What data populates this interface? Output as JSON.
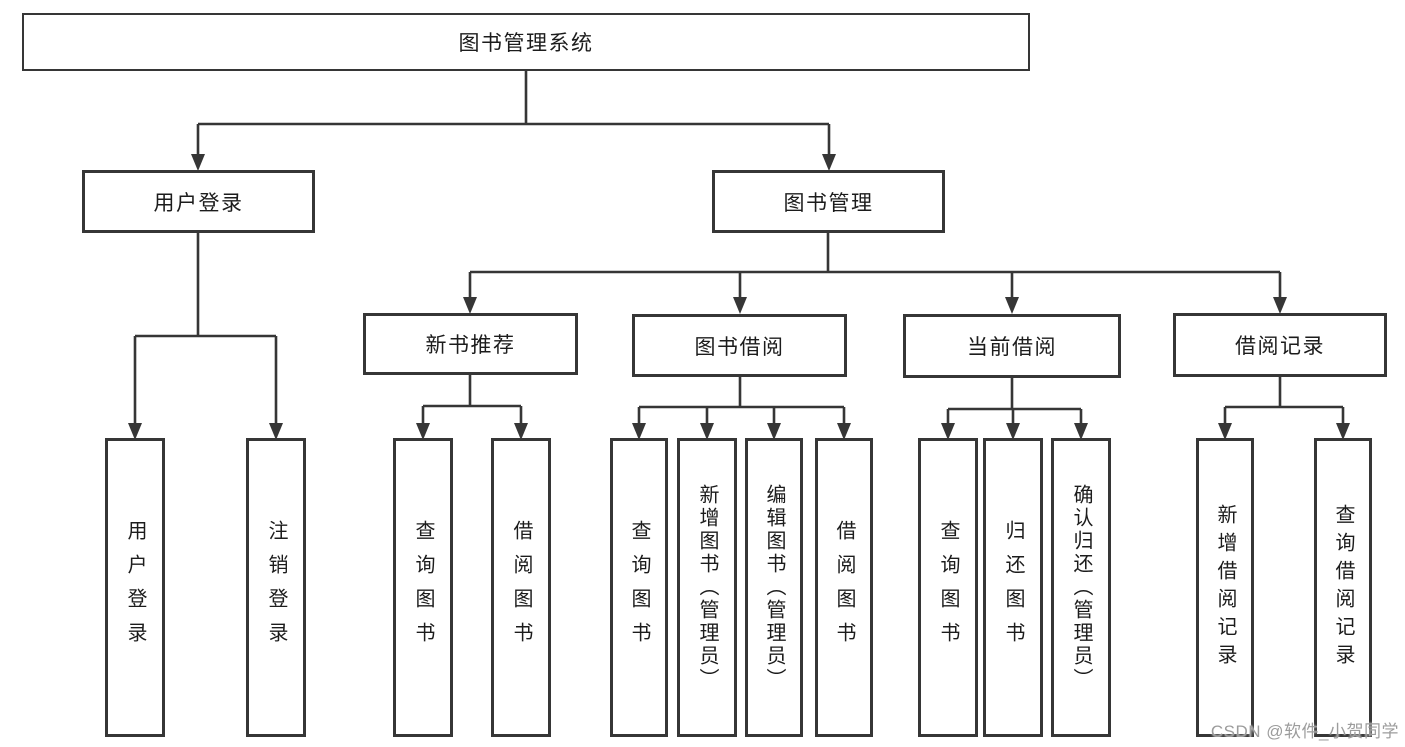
{
  "diagram": {
    "root": {
      "label": "图书管理系统"
    },
    "branches": [
      {
        "label": "用户登录",
        "children": [
          {
            "label": "用户登录"
          },
          {
            "label": "注销登录"
          }
        ]
      },
      {
        "label": "图书管理",
        "children": [
          {
            "label": "新书推荐",
            "children": [
              {
                "label": "查询图书"
              },
              {
                "label": "借阅图书"
              }
            ]
          },
          {
            "label": "图书借阅",
            "children": [
              {
                "label": "查询图书"
              },
              {
                "label": "新增图书（管理员）"
              },
              {
                "label": "编辑图书（管理员）"
              },
              {
                "label": "借阅图书"
              }
            ]
          },
          {
            "label": "当前借阅",
            "children": [
              {
                "label": "查询图书"
              },
              {
                "label": "归还图书"
              },
              {
                "label": "确认归还（管理员）"
              }
            ]
          },
          {
            "label": "借阅记录",
            "children": [
              {
                "label": "新增借阅记录"
              },
              {
                "label": "查询借阅记录"
              }
            ]
          }
        ]
      }
    ],
    "watermark": "CSDN @软件_小贺同学",
    "colors": {
      "line": "#363636",
      "box_border": "#363636",
      "box_fill": "#ffffff",
      "text": "#1c1c1c",
      "background": "#ffffff",
      "watermark": "#9c9c9c"
    }
  }
}
